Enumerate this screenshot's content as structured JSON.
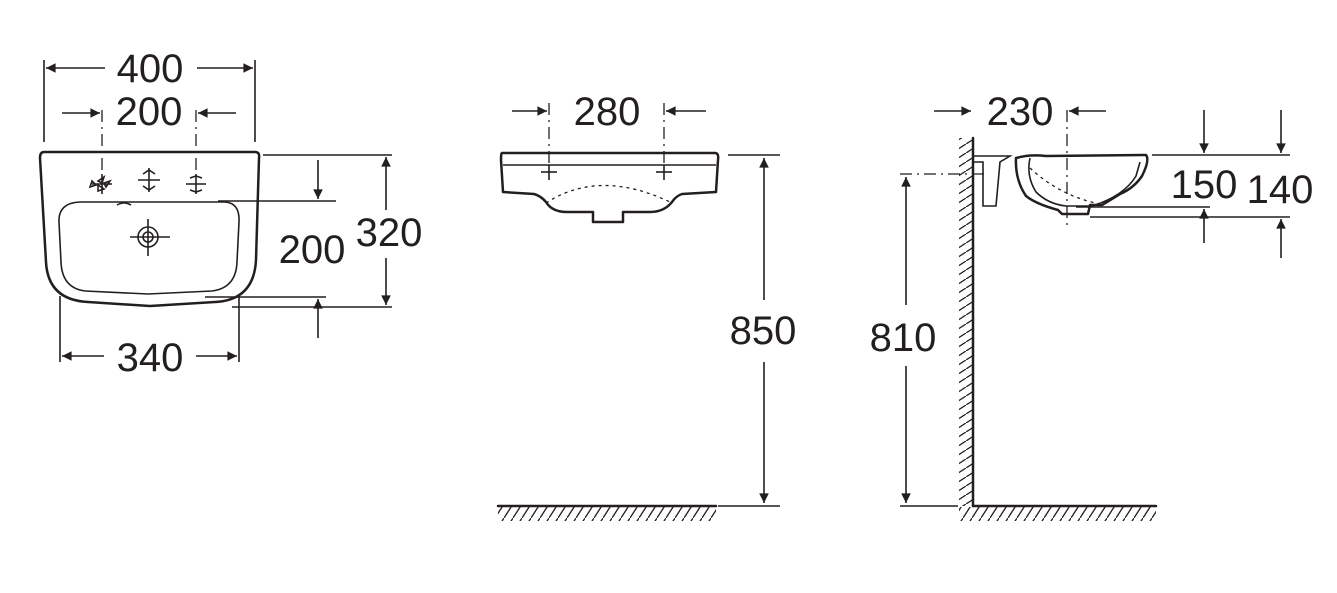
{
  "diagram": {
    "front_view": {
      "width_overall": "400",
      "tap_spacing": "200",
      "depth_overall": "320",
      "bowl_depth": "200",
      "bowl_width": "340"
    },
    "rear_view": {
      "tap_spacing": "280",
      "rim_height": "850"
    },
    "side_view": {
      "projection": "230",
      "bowl_height": "150",
      "trap_height": "140",
      "waste_height": "810"
    }
  }
}
